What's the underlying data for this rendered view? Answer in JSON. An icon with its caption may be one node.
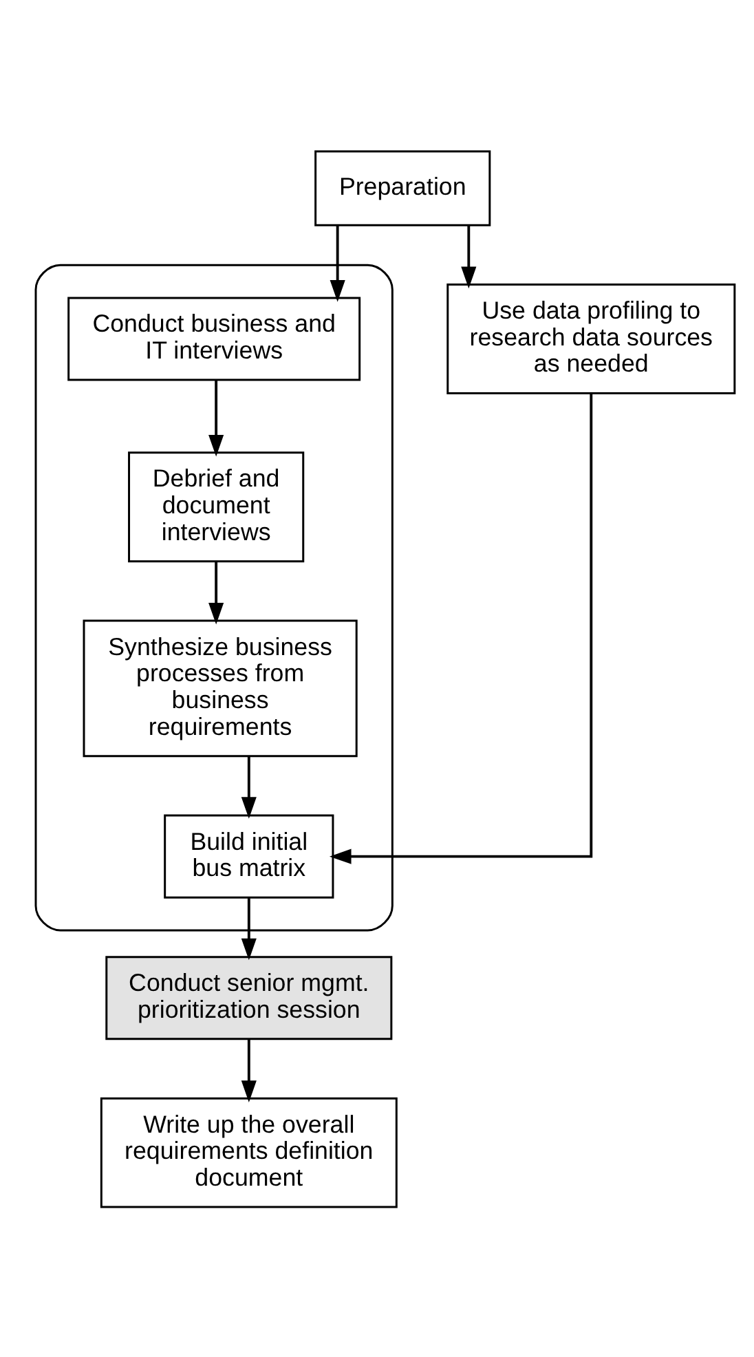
{
  "diagram": {
    "nodes": [
      {
        "text": [
          "Preparation"
        ]
      },
      {
        "text": [],
        "shape": "box"
      },
      {
        "text": [
          "Conduct business and IT interviews"
        ],
        "in": 1
      },
      {
        "text": [
          "Debrief and document interviews"
        ],
        "in": 1
      },
      {
        "text": [
          "Synthesize business processes from business requirements"
        ],
        "in": 1
      },
      {
        "text": [
          "Build initial bus matrix"
        ],
        "in": 1
      },
      {
        "text": [
          "Use data profiling to research data sources as needed"
        ]
      },
      {
        "text": [
          "Conduct senior mgmt. prioritization session"
        ]
      },
      {
        "text": [
          "Write up the overall requirements definition document"
        ]
      }
    ],
    "edges": [
      {
        "from": 0,
        "to": 2,
        "arrow": "to"
      },
      {
        "from": 0,
        "to": 6,
        "arrow": "to"
      },
      {
        "from": 2,
        "to": 3,
        "arrow": "to"
      },
      {
        "from": 3,
        "to": 4,
        "arrow": "to"
      },
      {
        "from": 4,
        "to": 5,
        "arrow": "to"
      },
      {
        "from": 6,
        "to": 5,
        "arrow": "to"
      },
      {
        "from": 5,
        "to": 7,
        "arrow": "to"
      },
      {
        "from": 7,
        "to": 8,
        "arrow": "to"
      }
    ]
  }
}
